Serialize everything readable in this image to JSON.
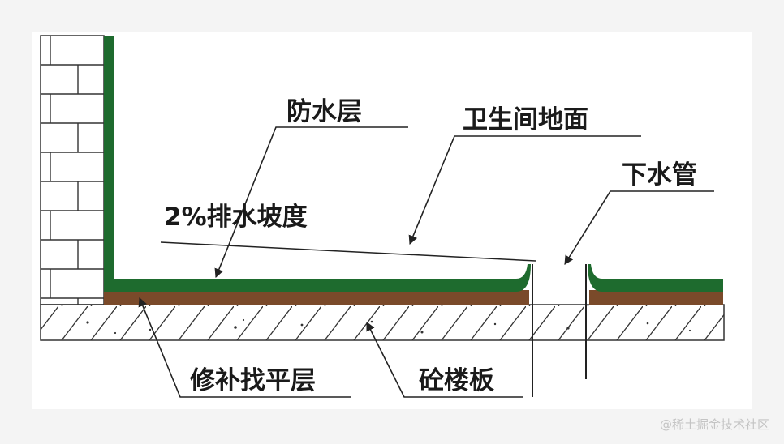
{
  "labels": {
    "waterproof_layer": "防水层",
    "bathroom_floor": "卫生间地面",
    "drain_pipe": "下水管",
    "drainage_slope": "2%排水坡度",
    "repair_leveling_layer": "修补找平层",
    "concrete_slab": "砼楼板"
  },
  "watermark": "@稀土掘金技术社区",
  "colors": {
    "waterproof": "#1e6b2e",
    "leveling": "#7a4a2a",
    "line": "#222222",
    "brick_fill": "#ffffff",
    "background": "#f4f4f4"
  }
}
